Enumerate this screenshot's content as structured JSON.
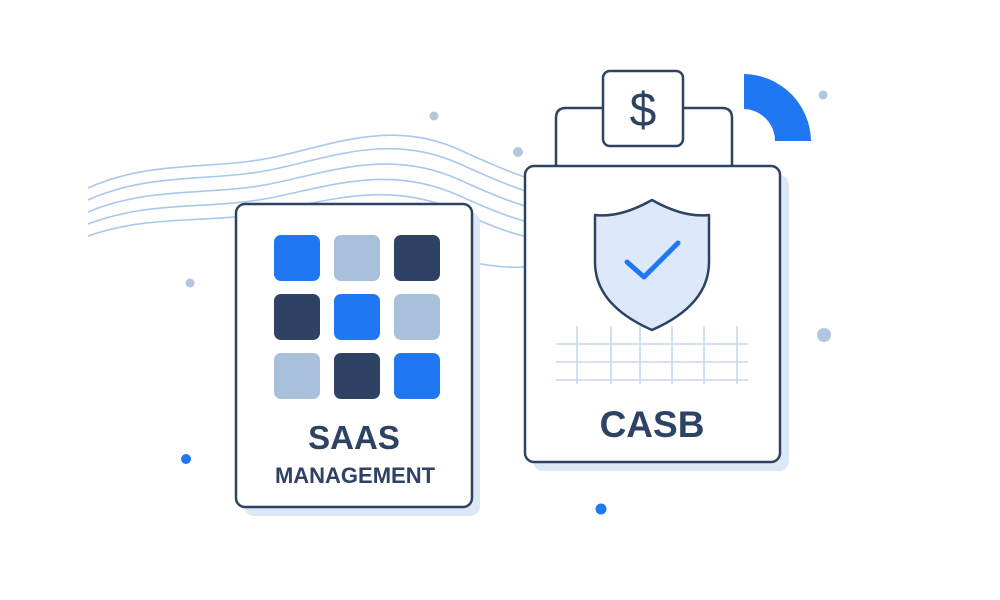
{
  "saas_card": {
    "title_line1": "SAAS",
    "title_line2": "MANAGEMENT",
    "grid": [
      [
        "blue",
        "light",
        "navy"
      ],
      [
        "navy",
        "blue",
        "light"
      ],
      [
        "light",
        "navy",
        "blue"
      ]
    ]
  },
  "casb_card": {
    "title": "CASB"
  },
  "price_tag": {
    "symbol": "$"
  },
  "colors": {
    "navy": "#2e4264",
    "blue": "#1f78f2",
    "light": "#a9c0dd",
    "shield_fill": "#dde9fb",
    "wave": "#a8c8ec",
    "grid_line": "#c9d9ef",
    "dot": "#b3c6df"
  }
}
